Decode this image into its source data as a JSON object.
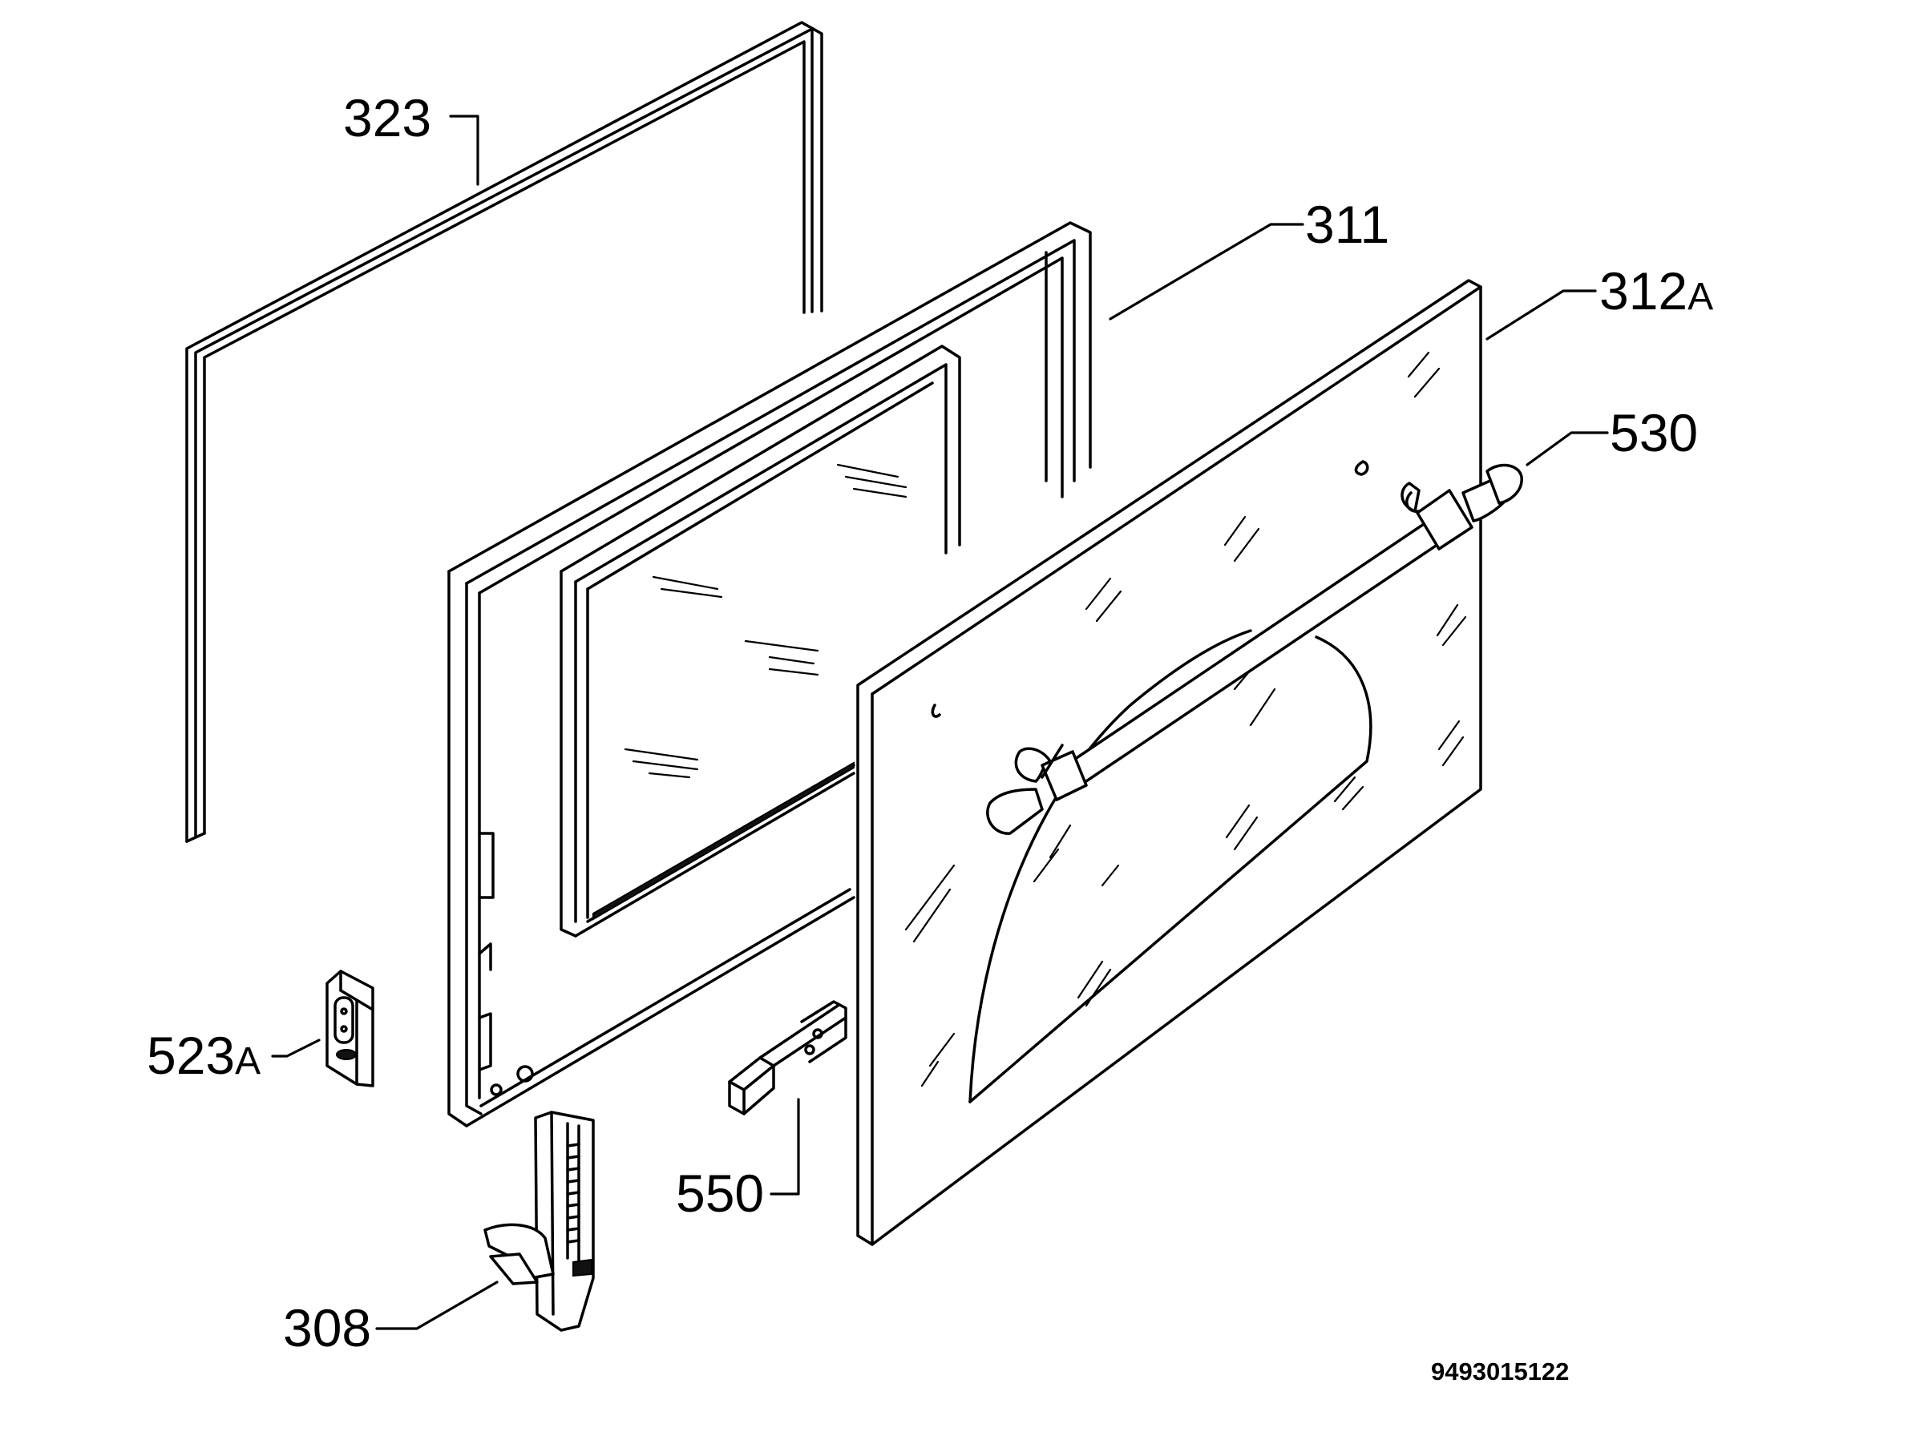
{
  "callouts": {
    "p323": {
      "num": "323",
      "suffix": ""
    },
    "p311": {
      "num": "311",
      "suffix": ""
    },
    "p312a": {
      "num": "312",
      "suffix": "A"
    },
    "p530": {
      "num": "530",
      "suffix": ""
    },
    "p523a": {
      "num": "523",
      "suffix": "A"
    },
    "p550": {
      "num": "550",
      "suffix": ""
    },
    "p308": {
      "num": "308",
      "suffix": ""
    }
  },
  "document_code": "9493015122"
}
